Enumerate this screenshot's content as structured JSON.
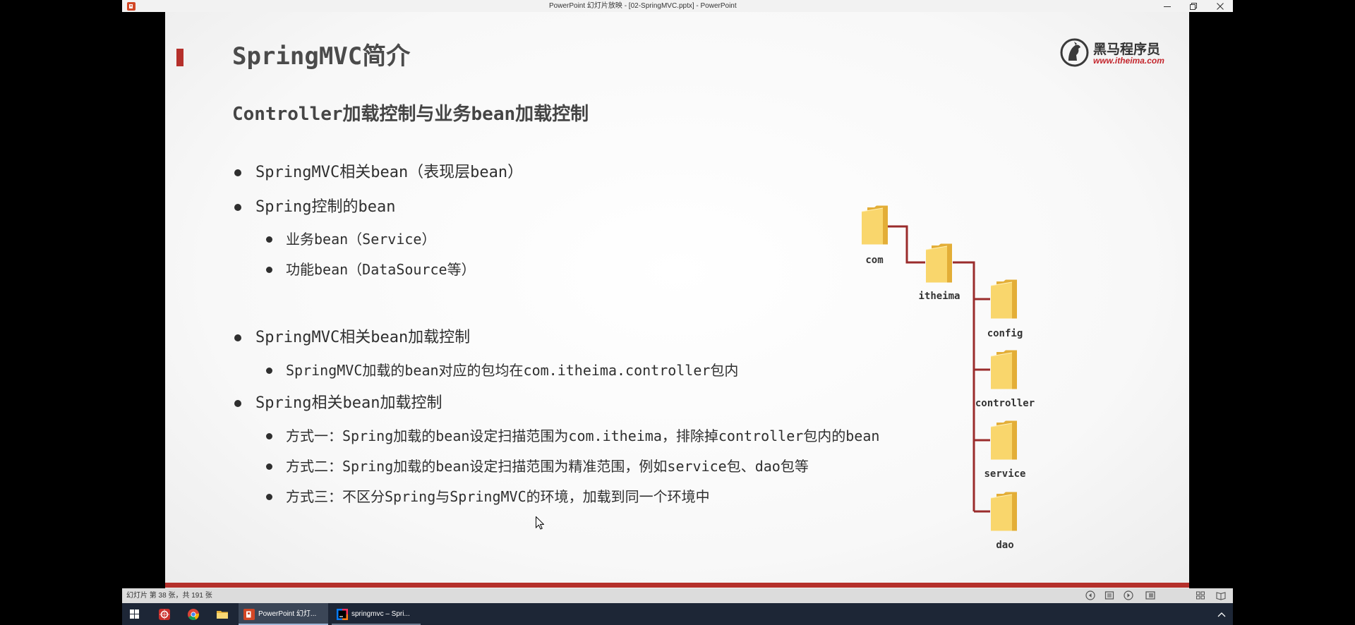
{
  "colors": {
    "accent": "#b5302b",
    "connector": "#9a2c2c",
    "folder_front": "#f9d66c",
    "folder_back": "#e3ae37",
    "taskbar": "#1d2636",
    "logo_url": "#c4262d"
  },
  "window": {
    "app_icon": "powerpoint-icon",
    "title": "PowerPoint 幻灯片放映 - [02-SpringMVC.pptx] - PowerPoint",
    "controls": [
      "minimize-icon",
      "restore-icon",
      "close-icon"
    ]
  },
  "slide": {
    "title": "SpringMVC简介",
    "logo": {
      "name": "黑马程序员",
      "url": "www.itheima.com"
    },
    "subtitle": "Controller加载控制与业务bean加载控制",
    "bullets": [
      {
        "level": 1,
        "text": "SpringMVC相关bean（表现层bean）"
      },
      {
        "level": 1,
        "text": "Spring控制的bean"
      },
      {
        "level": 2,
        "text": "业务bean（Service）"
      },
      {
        "level": 2,
        "text": "功能bean（DataSource等）"
      },
      {
        "level": 1,
        "text": "SpringMVC相关bean加载控制"
      },
      {
        "level": 2,
        "text": "SpringMVC加载的bean对应的包均在com.itheima.controller包内"
      },
      {
        "level": 1,
        "text": "Spring相关bean加载控制"
      },
      {
        "level": 2,
        "text": "方式一：Spring加载的bean设定扫描范围为com.itheima，排除掉controller包内的bean"
      },
      {
        "level": 2,
        "text": "方式二：Spring加载的bean设定扫描范围为精准范围，例如service包、dao包等"
      },
      {
        "level": 2,
        "text": "方式三：不区分Spring与SpringMVC的环境，加载到同一个环境中"
      }
    ],
    "package_tree": {
      "root": "com",
      "child": "itheima",
      "leaves": [
        "config",
        "controller",
        "service",
        "dao"
      ]
    }
  },
  "status_bar": {
    "slide_info": "幻灯片 第 38 张，共 191 张",
    "buttons": [
      "previous-slide-icon",
      "slide-menu-icon",
      "next-slide-icon",
      "normal-view-icon",
      "slide-sorter-icon",
      "reading-view-icon"
    ]
  },
  "taskbar": {
    "start_icon": "windows-start-icon",
    "pinned": [
      "taskbar-app-icon",
      "chrome-icon",
      "file-explorer-icon"
    ],
    "windows": [
      {
        "label": "PowerPoint 幻灯...",
        "icon": "powerpoint-icon",
        "active": true
      },
      {
        "label": "springmvc – Spri...",
        "icon": "intellij-idea-icon",
        "active": false
      }
    ],
    "tray_icon": "show-hidden-icons-chevron-icon"
  }
}
